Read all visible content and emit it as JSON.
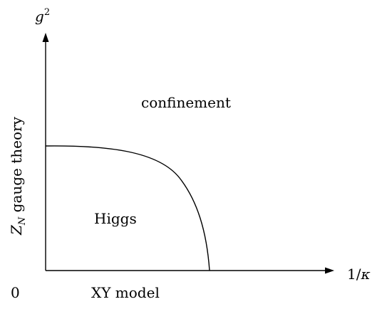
{
  "diagram": {
    "y_axis": {
      "symbol": "g",
      "superscript": "2"
    },
    "x_axis": {
      "numerator": "1/",
      "symbol": "κ"
    },
    "origin_label": "0",
    "left_label": {
      "symbol": "Z",
      "subscript": "N",
      "rest": " gauge theory"
    },
    "bottom_label": "XY model",
    "regions": {
      "upper": "confinement",
      "lower": "Higgs"
    },
    "colors": {
      "ink": "#000000",
      "background": "#ffffff"
    }
  }
}
